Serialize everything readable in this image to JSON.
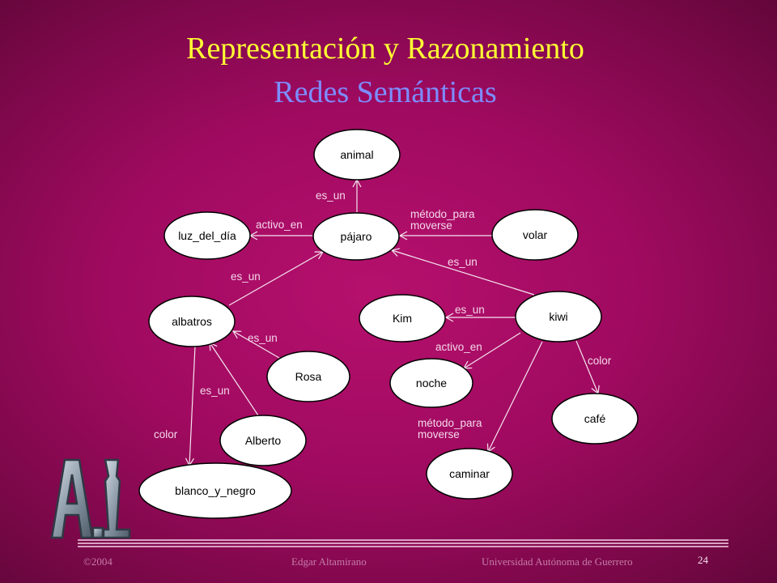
{
  "slide": {
    "title": "Representación y Razonamiento",
    "subtitle": "Redes  Semánticas",
    "footer": {
      "copyright": "©2004",
      "author": "Edgar Altamirano",
      "institution": "Universidad Autónoma de Guerrero",
      "page": "24"
    },
    "logo_text": "A.I."
  },
  "network": {
    "nodes": [
      {
        "id": "animal",
        "label": "animal"
      },
      {
        "id": "luz",
        "label": "luz_del_día"
      },
      {
        "id": "pajaro",
        "label": "pájaro"
      },
      {
        "id": "volar",
        "label": "volar"
      },
      {
        "id": "albatros",
        "label": "albatros"
      },
      {
        "id": "kim",
        "label": "Kim"
      },
      {
        "id": "kiwi",
        "label": "kiwi"
      },
      {
        "id": "noche",
        "label": "noche"
      },
      {
        "id": "rosa",
        "label": "Rosa"
      },
      {
        "id": "cafe",
        "label": "café"
      },
      {
        "id": "alberto",
        "label": "Alberto"
      },
      {
        "id": "caminar",
        "label": "caminar"
      },
      {
        "id": "blanco",
        "label": "blanco_y_negro"
      }
    ],
    "edges": [
      {
        "from": "pajaro",
        "to": "animal",
        "label": "es_un"
      },
      {
        "from": "pajaro",
        "to": "luz",
        "label": "activo_en"
      },
      {
        "from": "volar",
        "to": "pajaro",
        "label": "método_para\nmoverse"
      },
      {
        "from": "albatros",
        "to": "pajaro",
        "label": "es_un"
      },
      {
        "from": "kiwi",
        "to": "pajaro",
        "label": "es_un"
      },
      {
        "from": "kiwi",
        "to": "kim",
        "label": "es_un"
      },
      {
        "from": "kiwi",
        "to": "noche",
        "label": "activo_en"
      },
      {
        "from": "kiwi",
        "to": "cafe",
        "label": "color"
      },
      {
        "from": "kiwi",
        "to": "caminar",
        "label": "método_para\nmoverse"
      },
      {
        "from": "rosa",
        "to": "albatros",
        "label": "es_un"
      },
      {
        "from": "alberto",
        "to": "albatros",
        "label": "es_un"
      },
      {
        "from": "albatros",
        "to": "blanco",
        "label": "color"
      }
    ]
  }
}
